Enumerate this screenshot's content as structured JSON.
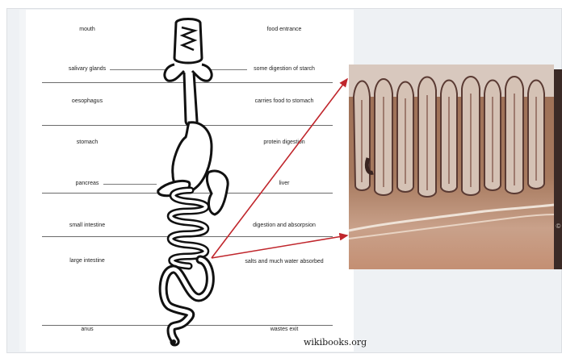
{
  "diagram": {
    "left_labels": {
      "mouth": "mouth",
      "salivary_glands": "salivary glands",
      "oesophagus": "oesophagus",
      "stomach": "stomach",
      "pancreas": "pancreas",
      "small_intestine": "small intestine",
      "large_intestine": "large intestine",
      "anus": "anus"
    },
    "right_labels": {
      "food_entrance": "food entrance",
      "starch": "some digestion of starch",
      "carries_food": "carries food to stomach",
      "protein": "protein digestion",
      "liver": "liver",
      "digestion_absorption": "digestion and absorpsion",
      "salts_water": "salts and much water absorbed",
      "wastes": "wastes exit"
    },
    "watermark": "wikibooks.org",
    "arrow_color": "#c0262c"
  },
  "micrograph": {
    "edge_text": "©"
  }
}
